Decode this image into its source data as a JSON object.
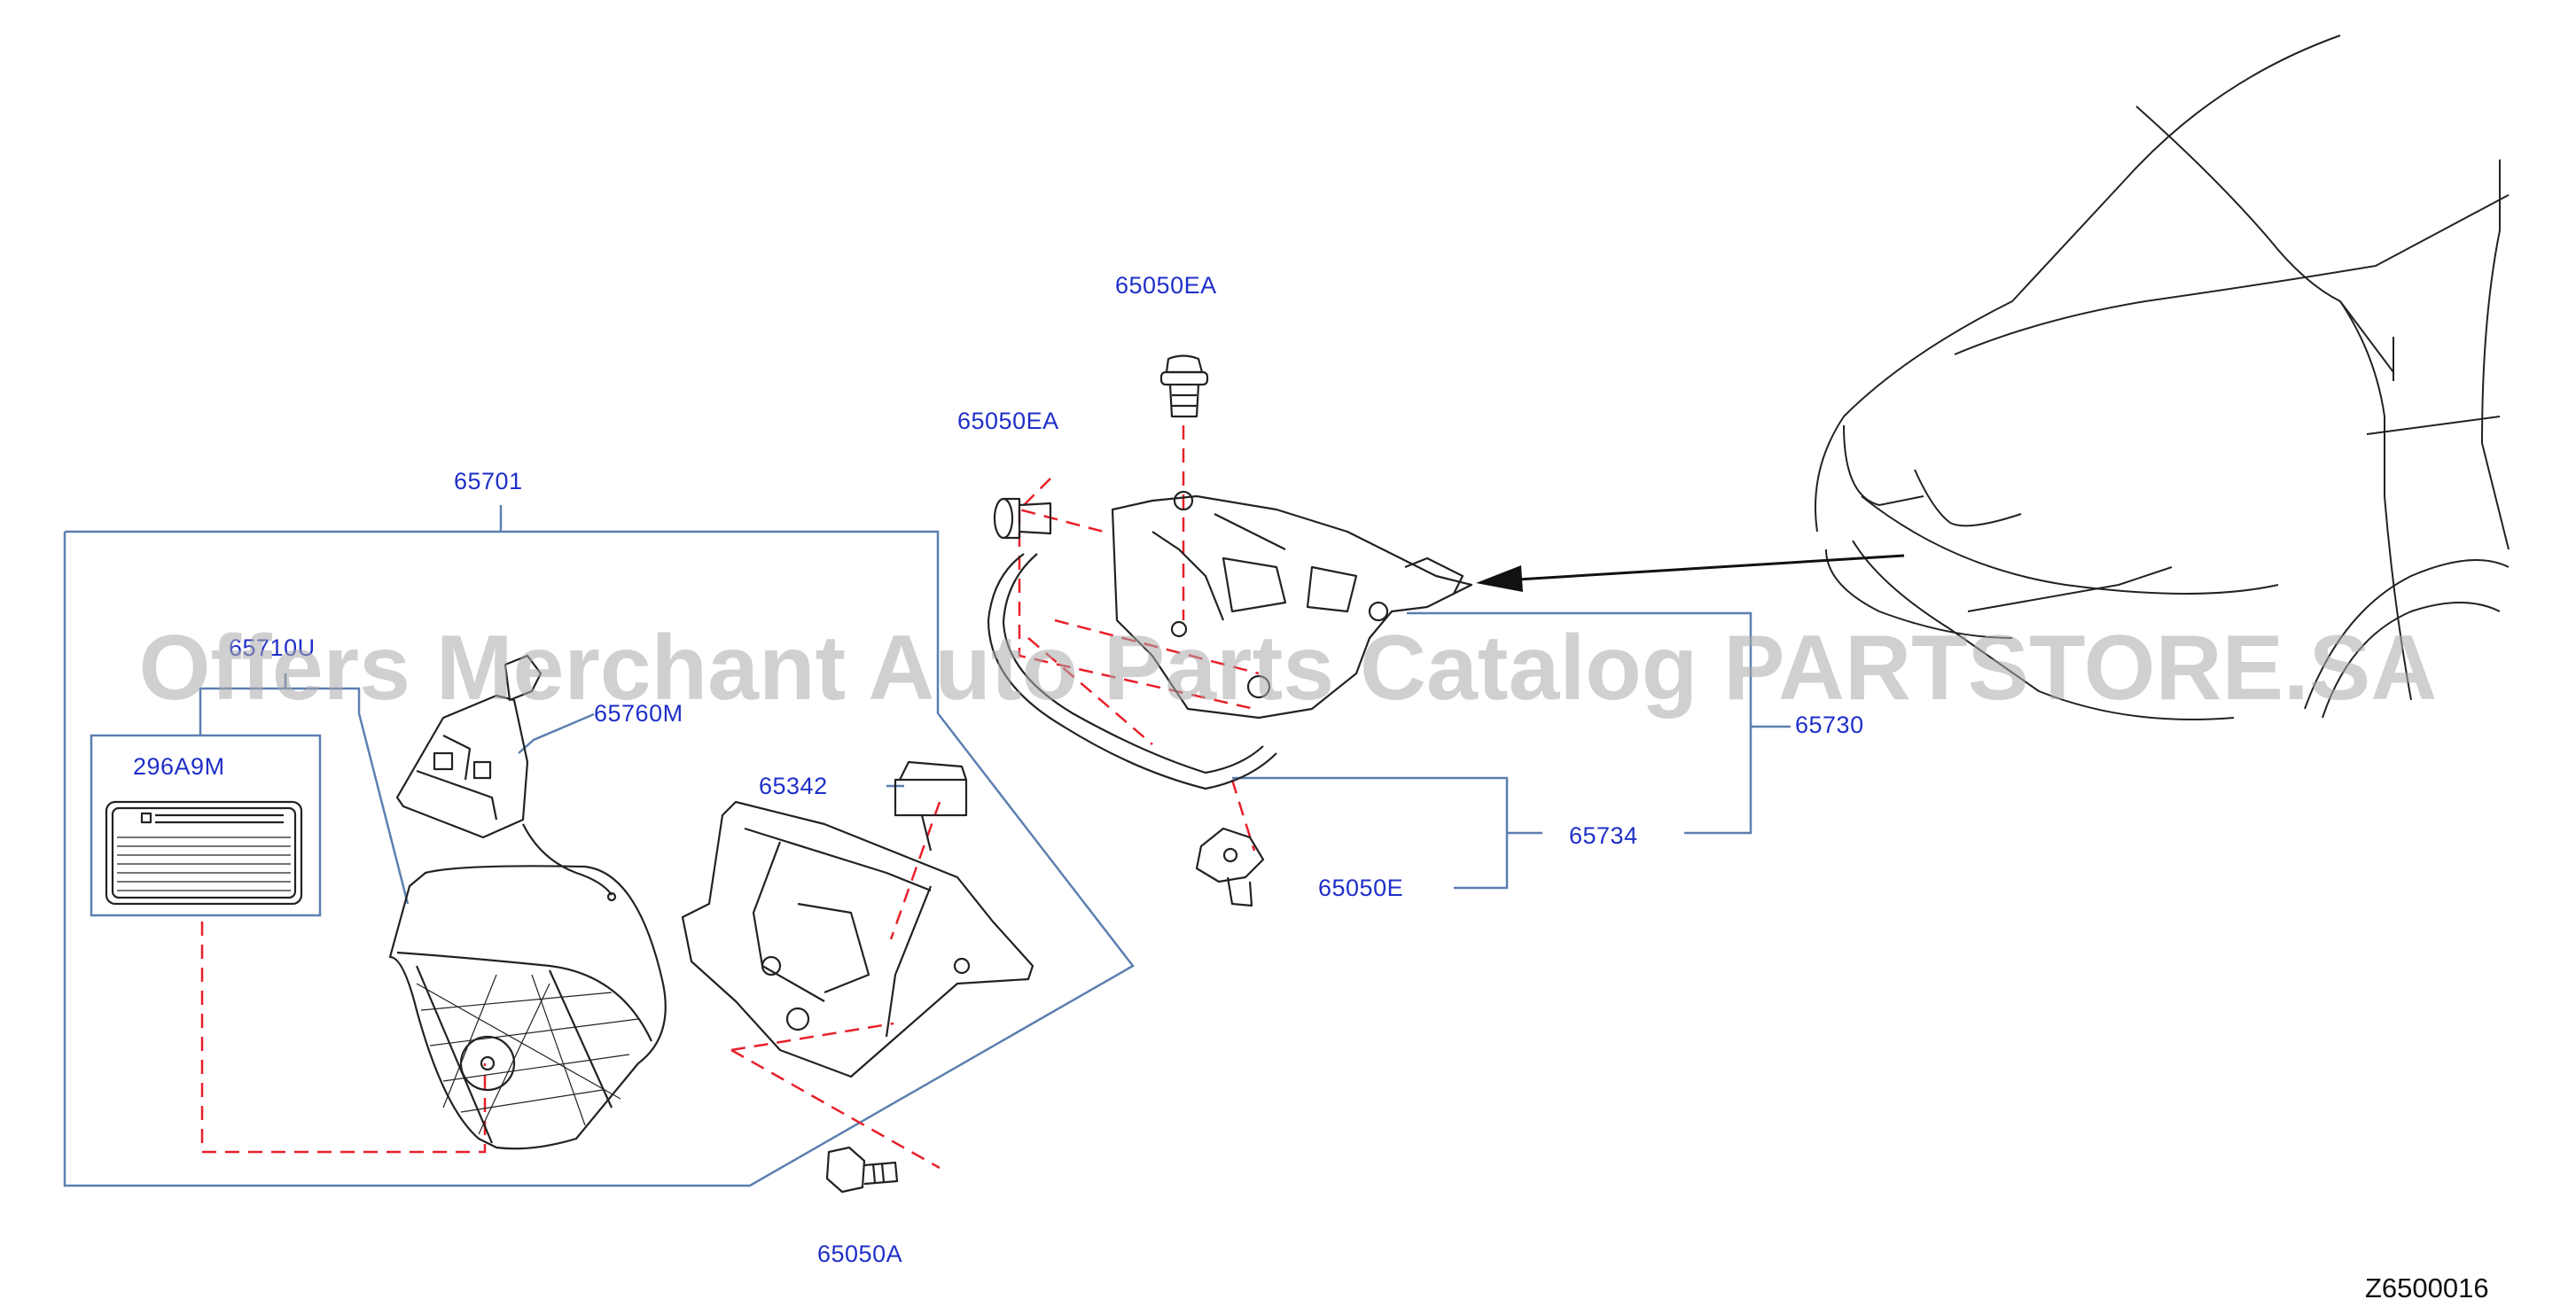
{
  "diagram": {
    "code": "Z6500016",
    "watermark": "Offers Merchant Auto Parts Catalog PARTSTORE.SA",
    "colors": {
      "label": "#1f2fc8",
      "leader": "#5c7fb0",
      "dashed": "#e8202a",
      "drawing": "#222222"
    },
    "labels": {
      "p65701": "65701",
      "p65710u": "65710U",
      "p296a9m": "296A9M",
      "p65760m": "65760M",
      "p65342": "65342",
      "p65050ea_top": "65050EA",
      "p65050ea_left": "65050EA",
      "p65730": "65730",
      "p65734": "65734",
      "p65050e": "65050E",
      "p65050a": "65050A"
    }
  }
}
